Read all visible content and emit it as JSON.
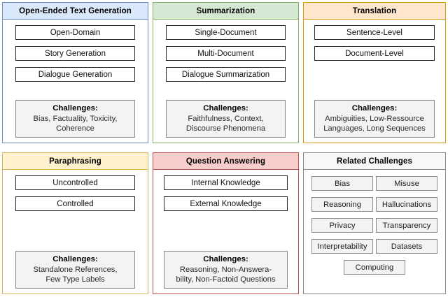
{
  "figure": {
    "layout": "3-column by 2-row panel grid",
    "colors": {
      "blue_fill": "#dae8fc",
      "blue_border": "#6c8ebf",
      "green_fill": "#d5e8d4",
      "green_border": "#82b366",
      "orange_fill": "#ffe6cc",
      "orange_border": "#d79b00",
      "yellow_fill": "#fff2cc",
      "yellow_border": "#d6b656",
      "red_fill": "#f8cecc",
      "red_border": "#b85450",
      "gray_fill": "#f3f3f3",
      "gray_border": "#8a8a8a"
    }
  },
  "panels": [
    {
      "id": "open-ended-text-generation",
      "title": "Open-Ended Text Generation",
      "items": [
        "Open-Domain",
        "Story Generation",
        "Dialogue Generation"
      ],
      "challenges": {
        "title": "Challenges:",
        "lines": [
          "Bias, Factuality, Toxicity,",
          "Coherence"
        ]
      }
    },
    {
      "id": "summarization",
      "title": "Summarization",
      "items": [
        "Single-Document",
        "Multi-Document",
        "Dialogue Summarization"
      ],
      "challenges": {
        "title": "Challenges:",
        "lines": [
          "Faithfulness, Context,",
          "Discourse Phenomena"
        ]
      }
    },
    {
      "id": "translation",
      "title": "Translation",
      "items": [
        "Sentence-Level",
        "Document-Level"
      ],
      "challenges": {
        "title": "Challenges:",
        "lines": [
          "Ambiguities, Low-Ressource",
          "Languages, Long Sequences"
        ]
      }
    },
    {
      "id": "paraphrasing",
      "title": "Paraphrasing",
      "items": [
        "Uncontrolled",
        "Controlled"
      ],
      "challenges": {
        "title": "Challenges:",
        "lines": [
          "Standalone References,",
          "Few Type Labels"
        ]
      }
    },
    {
      "id": "question-answering",
      "title": "Question Answering",
      "items": [
        "Internal Knowledge",
        "External Knowledge"
      ],
      "challenges": {
        "title": "Challenges:",
        "lines": [
          "Reasoning, Non-Answera-",
          "bility, Non-Factoid Questions"
        ]
      }
    },
    {
      "id": "related-challenges",
      "title": "Related Challenges",
      "chips": [
        "Bias",
        "Misuse",
        "Reasoning",
        "Hallucinations",
        "Privacy",
        "Transparency",
        "Interpretability",
        "Datasets"
      ],
      "chip_last": "Computing"
    }
  ]
}
